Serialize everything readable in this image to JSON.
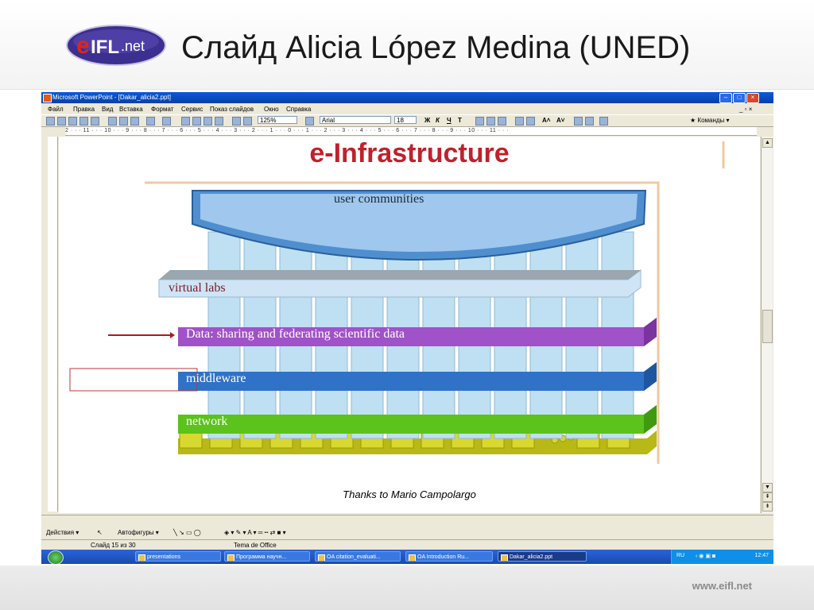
{
  "slide": {
    "logo_text_e": "e",
    "logo_text_ifl": "IFL",
    "logo_text_net": ".net",
    "title": "Слайд Alicia López Medina (UNED)",
    "footer_url": "www.eifl.net"
  },
  "window": {
    "title": "Microsoft PowerPoint - [Dakar_alicia2.ppt]",
    "menu": [
      "Файл",
      "Правка",
      "Вид",
      "Вставка",
      "Формат",
      "Сервис",
      "Показ слайдов",
      "Окно",
      "Справка"
    ],
    "zoom": "125%",
    "font_name": "Arial",
    "font_size": "18",
    "commands_label": "Команды",
    "ruler_text": "2 · · · 11 · · · 10 · · · 9 · · · 8 · · · 7 · · · 6 · · · 5 · · · 4 · · · 3 · · · 2 · · · 1 · · · 0 · · · 1 · · · 2 · · · 3 · · · 4 · · · 5 · · · 6 · · · 7 · · · 8 · · · 9 · · · 10 · · · 11 · · ·"
  },
  "content": {
    "heading": "e-Infrastructure",
    "layers": {
      "user": "user communities",
      "labs": "virtual labs",
      "data": "Data: sharing and federating scientific data",
      "middleware": "middleware",
      "network": "network"
    },
    "credit": "Thanks to Mario Campolargo"
  },
  "drawing_toolbar": {
    "actions": "Действия ▾",
    "autoshapes": "Автофигуры ▾"
  },
  "status": {
    "slide_info": "Слайд 15 из 30",
    "theme": "Tema de Office"
  },
  "taskbar": {
    "tasks": [
      "presentations",
      "Программа научн...",
      "OA citation_evaluati...",
      "OA Introduction Ru...",
      "Dakar_alicia2.ppt"
    ],
    "lang": "RU",
    "clock": "12:47"
  },
  "colors": {
    "heading": "#c0212b",
    "data_layer": "#a052c8",
    "middleware_layer": "#2f72c8",
    "network_layer": "#6fcf2a",
    "base_layer": "#c8c81a",
    "labs_layer": "#c6def0"
  }
}
